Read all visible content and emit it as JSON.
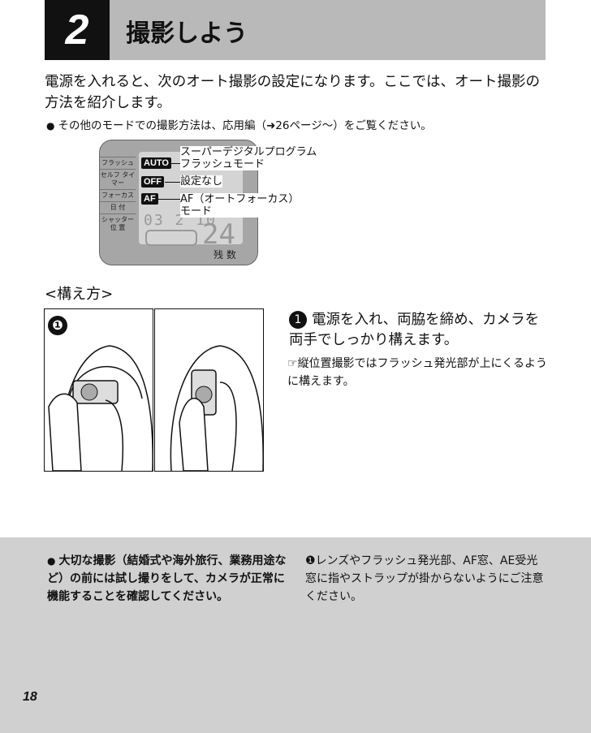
{
  "header": {
    "chapter_number": "2",
    "title": "撮影しよう"
  },
  "intro": "電源を入れると、次のオート撮影の設定になります。ここでは、オート撮影の方法を紹介します。",
  "note": "その他のモードでの撮影方法は、応用編（➜26ページ〜）をご覧ください。",
  "lcd": {
    "side_labels": [
      "フラッシュ",
      "セルフ タイマー",
      "フォーカス",
      "日 付",
      "シャッター 位 置"
    ],
    "digits": "03 2 10",
    "counter": "24",
    "remaining_label": "残 数",
    "settings": [
      {
        "tag": "AUTO",
        "label_line1": "スーパーデジタルプログラム",
        "label_line2": "フラッシュモード"
      },
      {
        "tag": "OFF",
        "label_line1": "設定なし",
        "label_line2": ""
      },
      {
        "tag": "AF",
        "label_line1": "AF（オートフォーカス）",
        "label_line2": "モード"
      }
    ]
  },
  "holding": {
    "title": "<構え方>",
    "photo_step": "❶",
    "step_text": "電源を入れ、両脇を締め、カメラを両手でしっかり構えます。",
    "tip": "縦位置撮影ではフラッシュ発光部が上にくるように構えます。"
  },
  "footer": {
    "left": "大切な撮影（結婚式や海外旅行、業務用途など）の前には試し撮りをして、カメラが正常に機能することを確認してください。",
    "right": "レンズやフラッシュ発光部、AF窓、AE受光窓に指やストラップが掛からないようにご注意ください。",
    "page_number": "18"
  }
}
